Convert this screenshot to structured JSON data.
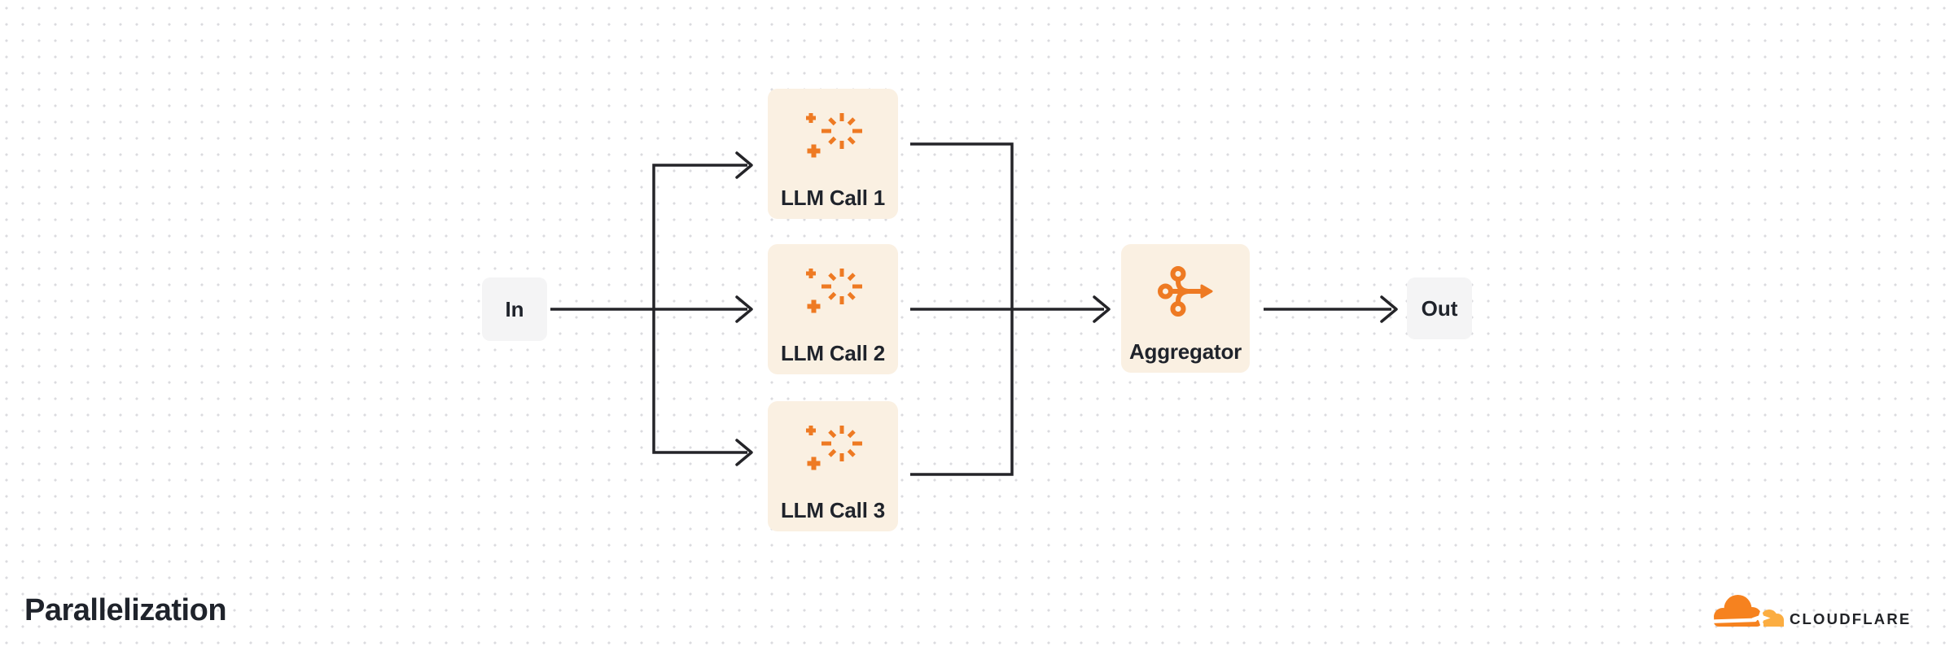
{
  "title": "Parallelization",
  "nodes": {
    "input": {
      "label": "In"
    },
    "llm_calls": [
      {
        "label": "LLM Call 1"
      },
      {
        "label": "LLM Call 2"
      },
      {
        "label": "LLM Call 3"
      }
    ],
    "aggregator": {
      "label": "Aggregator"
    },
    "output": {
      "label": "Out"
    }
  },
  "edges": [
    {
      "from": "In",
      "to": "LLM Call 1"
    },
    {
      "from": "In",
      "to": "LLM Call 2"
    },
    {
      "from": "In",
      "to": "LLM Call 3"
    },
    {
      "from": "LLM Call 1",
      "to": "Aggregator"
    },
    {
      "from": "LLM Call 2",
      "to": "Aggregator"
    },
    {
      "from": "LLM Call 3",
      "to": "Aggregator"
    },
    {
      "from": "Aggregator",
      "to": "Out"
    }
  ],
  "icons": {
    "llm_call": "sparkle-icon",
    "aggregator": "merge-arrow-icon",
    "brand": "cloudflare-cloud-icon"
  },
  "branding": {
    "logo_text": "CLOUDFLARE"
  },
  "colors": {
    "background": "#ffffff",
    "dot": "#dbdbdf",
    "arrow": "#242428",
    "text": "#1f232b",
    "node_cream_bg": "#faf0e2",
    "node_gray_bg": "#f4f4f5",
    "icon_orange": "#ee7a23",
    "logo_orange": "#f6821f",
    "logo_light_orange": "#fbad41"
  }
}
